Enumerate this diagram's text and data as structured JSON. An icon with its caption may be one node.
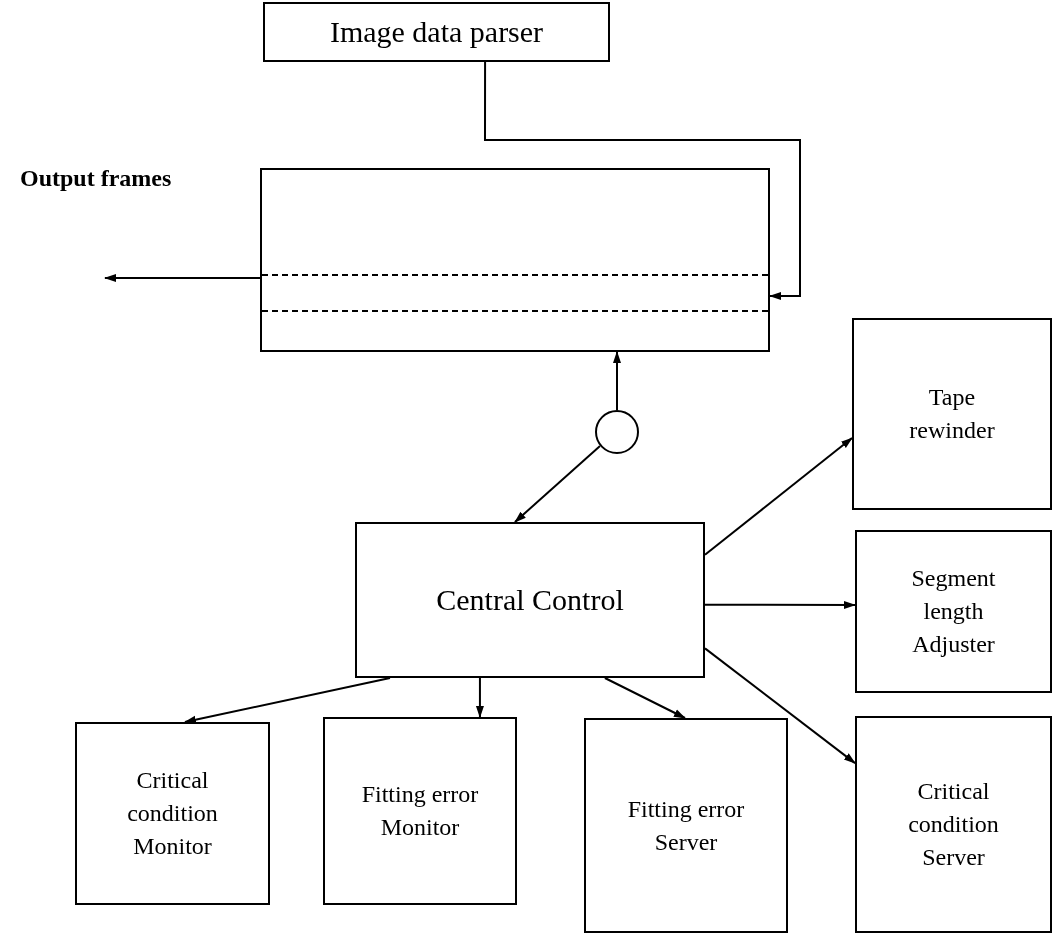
{
  "diagram": {
    "nodes": [
      {
        "text": [
          "Image data parser"
        ]
      },
      {
        "text": [],
        "shape": "box"
      },
      {
        "text": [],
        "shape": "circle"
      },
      {
        "text": [
          "Central Control"
        ]
      },
      {
        "text": [
          "Tape rewinder"
        ]
      },
      {
        "text": [
          "Segment length Adjuster"
        ]
      },
      {
        "text": [
          "Critical condition Monitor"
        ]
      },
      {
        "text": [
          "Fitting error Monitor"
        ]
      },
      {
        "text": [
          "Fitting error Server"
        ]
      },
      {
        "text": [
          "Critical condition Server"
        ]
      }
    ],
    "edges": [
      {
        "from": 0,
        "to": 1,
        "arrow": "to"
      },
      {
        "from": 1,
        "to": null,
        "arrow": "to",
        "label": "Output frames"
      },
      {
        "from": 2,
        "to": 1,
        "arrow": "to"
      },
      {
        "from": 2,
        "to": 3,
        "arrow": "to"
      },
      {
        "from": 3,
        "to": 4,
        "arrow": "to"
      },
      {
        "from": 3,
        "to": 5,
        "arrow": "to"
      },
      {
        "from": 3,
        "to": 9,
        "arrow": "to"
      },
      {
        "from": 3,
        "to": 6,
        "arrow": "to"
      },
      {
        "from": 3,
        "to": 7,
        "arrow": "to"
      },
      {
        "from": 3,
        "to": 8,
        "arrow": "to"
      }
    ]
  }
}
